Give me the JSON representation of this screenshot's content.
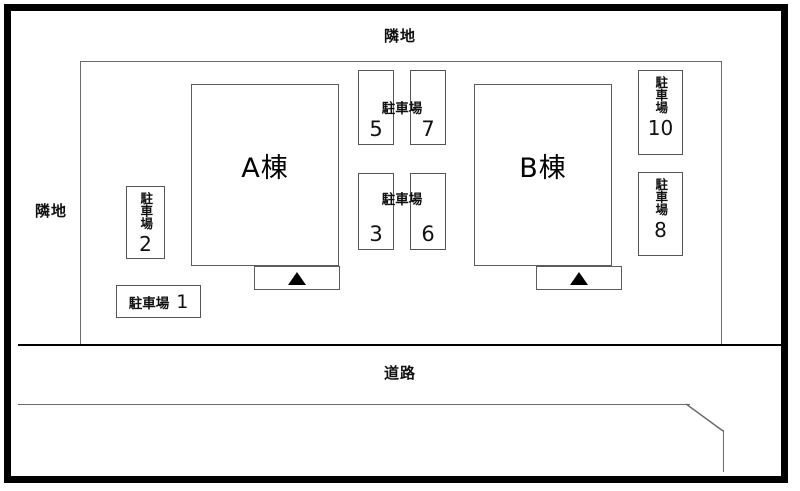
{
  "diagram": {
    "title": "site-layout-plan",
    "areas": {
      "adjacent_land_top": "隣地",
      "adjacent_land_left": "隣地",
      "road": "道路"
    },
    "buildings": [
      {
        "id": "a",
        "label": "A棟"
      },
      {
        "id": "b",
        "label": "B棟"
      }
    ],
    "parking_word": "駐車場",
    "stalls": [
      {
        "id": "1",
        "word": "駐車場",
        "number": "1",
        "orientation": "horizontal"
      },
      {
        "id": "2",
        "word": "駐車場",
        "number": "2",
        "orientation": "vertical"
      },
      {
        "id": "3",
        "number": "3",
        "orientation": "paired"
      },
      {
        "id": "5",
        "number": "5",
        "orientation": "paired"
      },
      {
        "id": "6",
        "number": "6",
        "orientation": "paired"
      },
      {
        "id": "7",
        "number": "7",
        "orientation": "paired"
      },
      {
        "id": "8",
        "word": "駐車場",
        "number": "8",
        "orientation": "vertical"
      },
      {
        "id": "10",
        "word": "駐車場",
        "number": "10",
        "orientation": "vertical"
      }
    ],
    "pair_labels": {
      "top": "駐車場",
      "bottom": "駐車場"
    },
    "entrance_marker": "▲",
    "colors": {
      "frame": "#000000",
      "line": "#5c5c5c",
      "background": "#ffffff",
      "text": "#111111"
    }
  }
}
